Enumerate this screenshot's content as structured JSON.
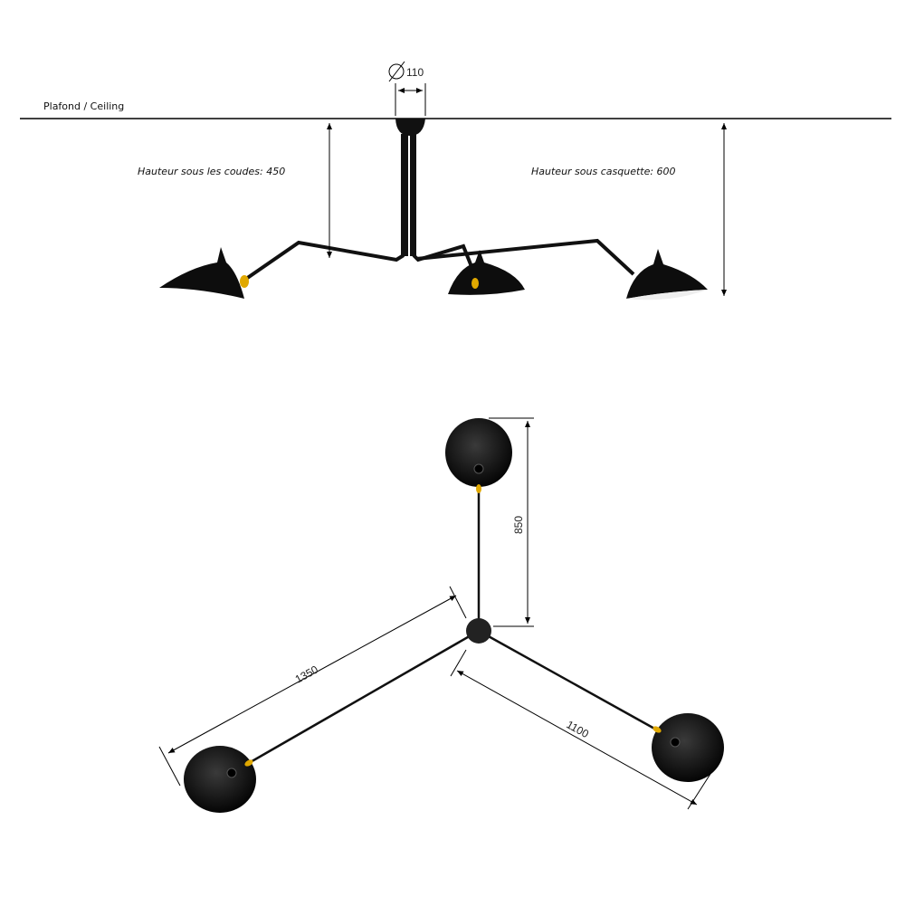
{
  "side_view": {
    "ceiling_label": "Plafond / Ceiling",
    "diameter_label": "110",
    "elbow_height_label": "Hauteur sous les coudes: 450",
    "shade_height_label": "Hauteur sous casquette: 600"
  },
  "top_view": {
    "dim_top_arm": "850",
    "dim_left_arm": "1350",
    "dim_right_arm": "1100"
  },
  "colors": {
    "lamp": "#0d0d0d",
    "brass": "#e0a800",
    "line": "#000000"
  }
}
